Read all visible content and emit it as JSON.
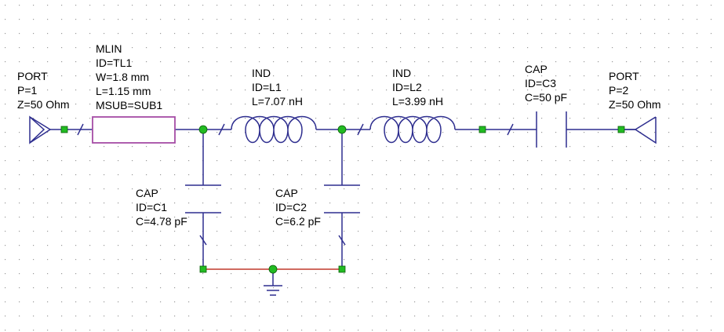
{
  "components": {
    "port1": {
      "type": "PORT",
      "lines": [
        "P=1",
        "Z=50 Ohm"
      ]
    },
    "tl1": {
      "type": "MLIN",
      "lines": [
        "ID=TL1",
        "W=1.8 mm",
        "L=1.15 mm",
        "MSUB=SUB1"
      ]
    },
    "l1": {
      "type": "IND",
      "lines": [
        "ID=L1",
        "L=7.07 nH"
      ]
    },
    "l2": {
      "type": "IND",
      "lines": [
        "ID=L2",
        "L=3.99 nH"
      ]
    },
    "c3": {
      "type": "CAP",
      "lines": [
        "ID=C3",
        "C=50 pF"
      ]
    },
    "port2": {
      "type": "PORT",
      "lines": [
        "P=2",
        "Z=50 Ohm"
      ]
    },
    "c1": {
      "type": "CAP",
      "lines": [
        "ID=C1",
        "C=4.78 pF"
      ]
    },
    "c2": {
      "type": "CAP",
      "lines": [
        "ID=C2",
        "C=6.2 pF"
      ]
    }
  },
  "colors": {
    "wire": "#2e2e8f",
    "tline": "#a64ca6",
    "node": "#22bb22",
    "ground_wire": "#c0392b",
    "grid_dot": "#9a9a9a"
  }
}
